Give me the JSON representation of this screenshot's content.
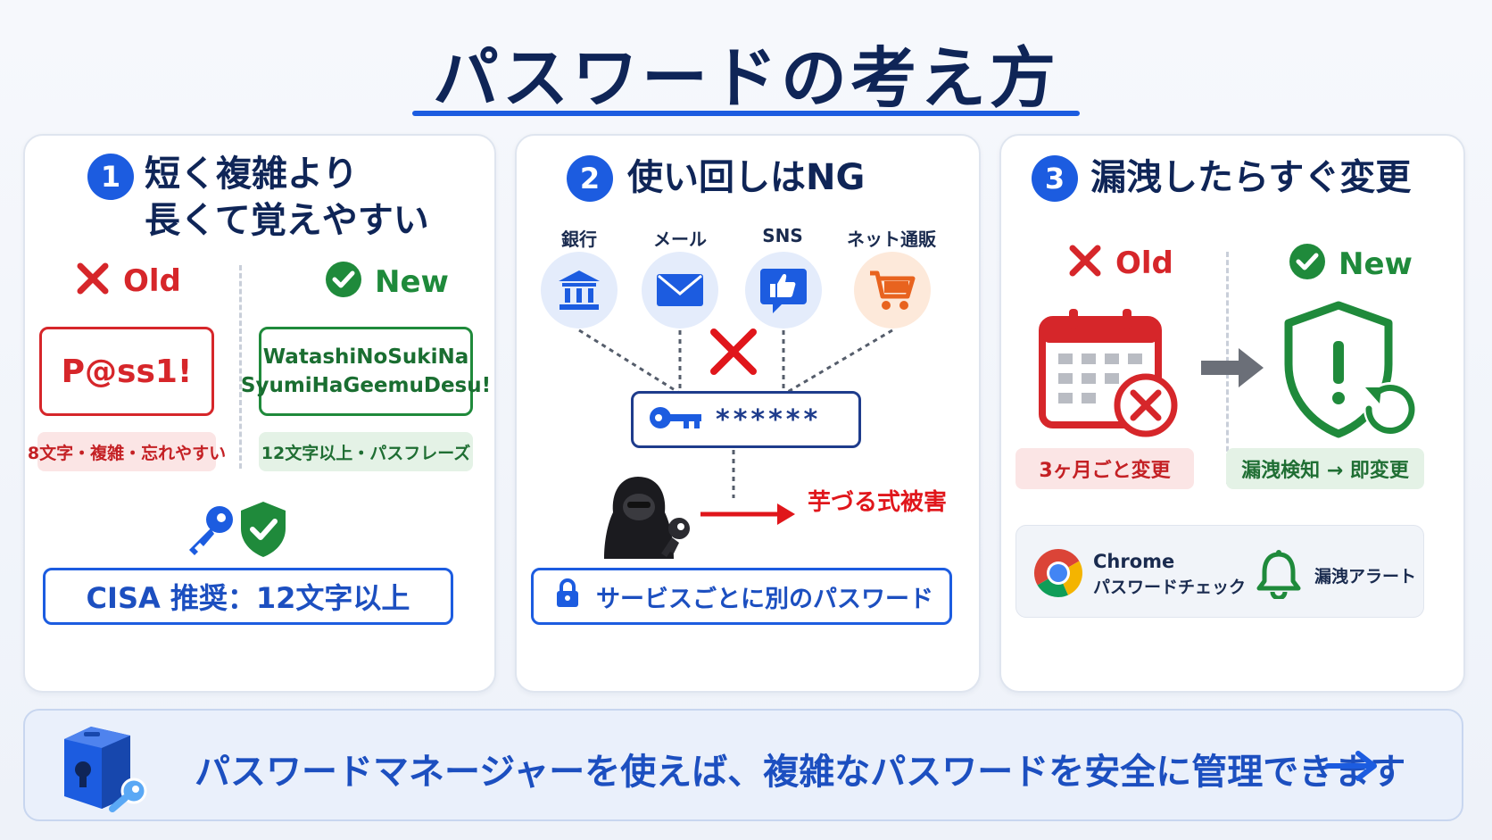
{
  "title": "パスワードの考え方",
  "panel1": {
    "number": "1",
    "heading_line1": "短く複雑より",
    "heading_line2": "長くて覚えやすい",
    "old_label": "Old",
    "new_label": "New",
    "old_password": "P@ss1!",
    "new_password_line1": "WatashiNoSukiNa",
    "new_password_line2": "SyumiHaGeemuDesu!",
    "old_note": "8文字・複雑・忘れやすい",
    "new_note": "12文字以上・パスフレーズ",
    "recommendation": "CISA 推奨：12文字以上"
  },
  "panel2": {
    "number": "2",
    "heading": "使い回しはNG",
    "services": [
      {
        "label": "銀行",
        "icon": "bank-icon"
      },
      {
        "label": "メール",
        "icon": "mail-icon"
      },
      {
        "label": "SNS",
        "icon": "thumbs-up-icon"
      },
      {
        "label": "ネット通販",
        "icon": "cart-icon"
      }
    ],
    "password_mask": "******",
    "damage_label": "芋づる式被害",
    "footer": "サービスごとに別のパスワード"
  },
  "panel3": {
    "number": "3",
    "heading": "漏洩したらすぐ変更",
    "old_label": "Old",
    "new_label": "New",
    "old_note": "3ヶ月ごと変更",
    "new_note": "漏洩検知 → 即変更",
    "chrome_line1": "Chrome",
    "chrome_line2": "パスワードチェック",
    "alert_label": "漏洩アラート"
  },
  "bottom": {
    "text": "パスワードマネージャーを使えば、複雑なパスワードを安全に管理できます"
  },
  "colors": {
    "accent": "#1c5ce0",
    "navy": "#0f2557",
    "red": "#d6262a",
    "green": "#1f8a3b"
  }
}
